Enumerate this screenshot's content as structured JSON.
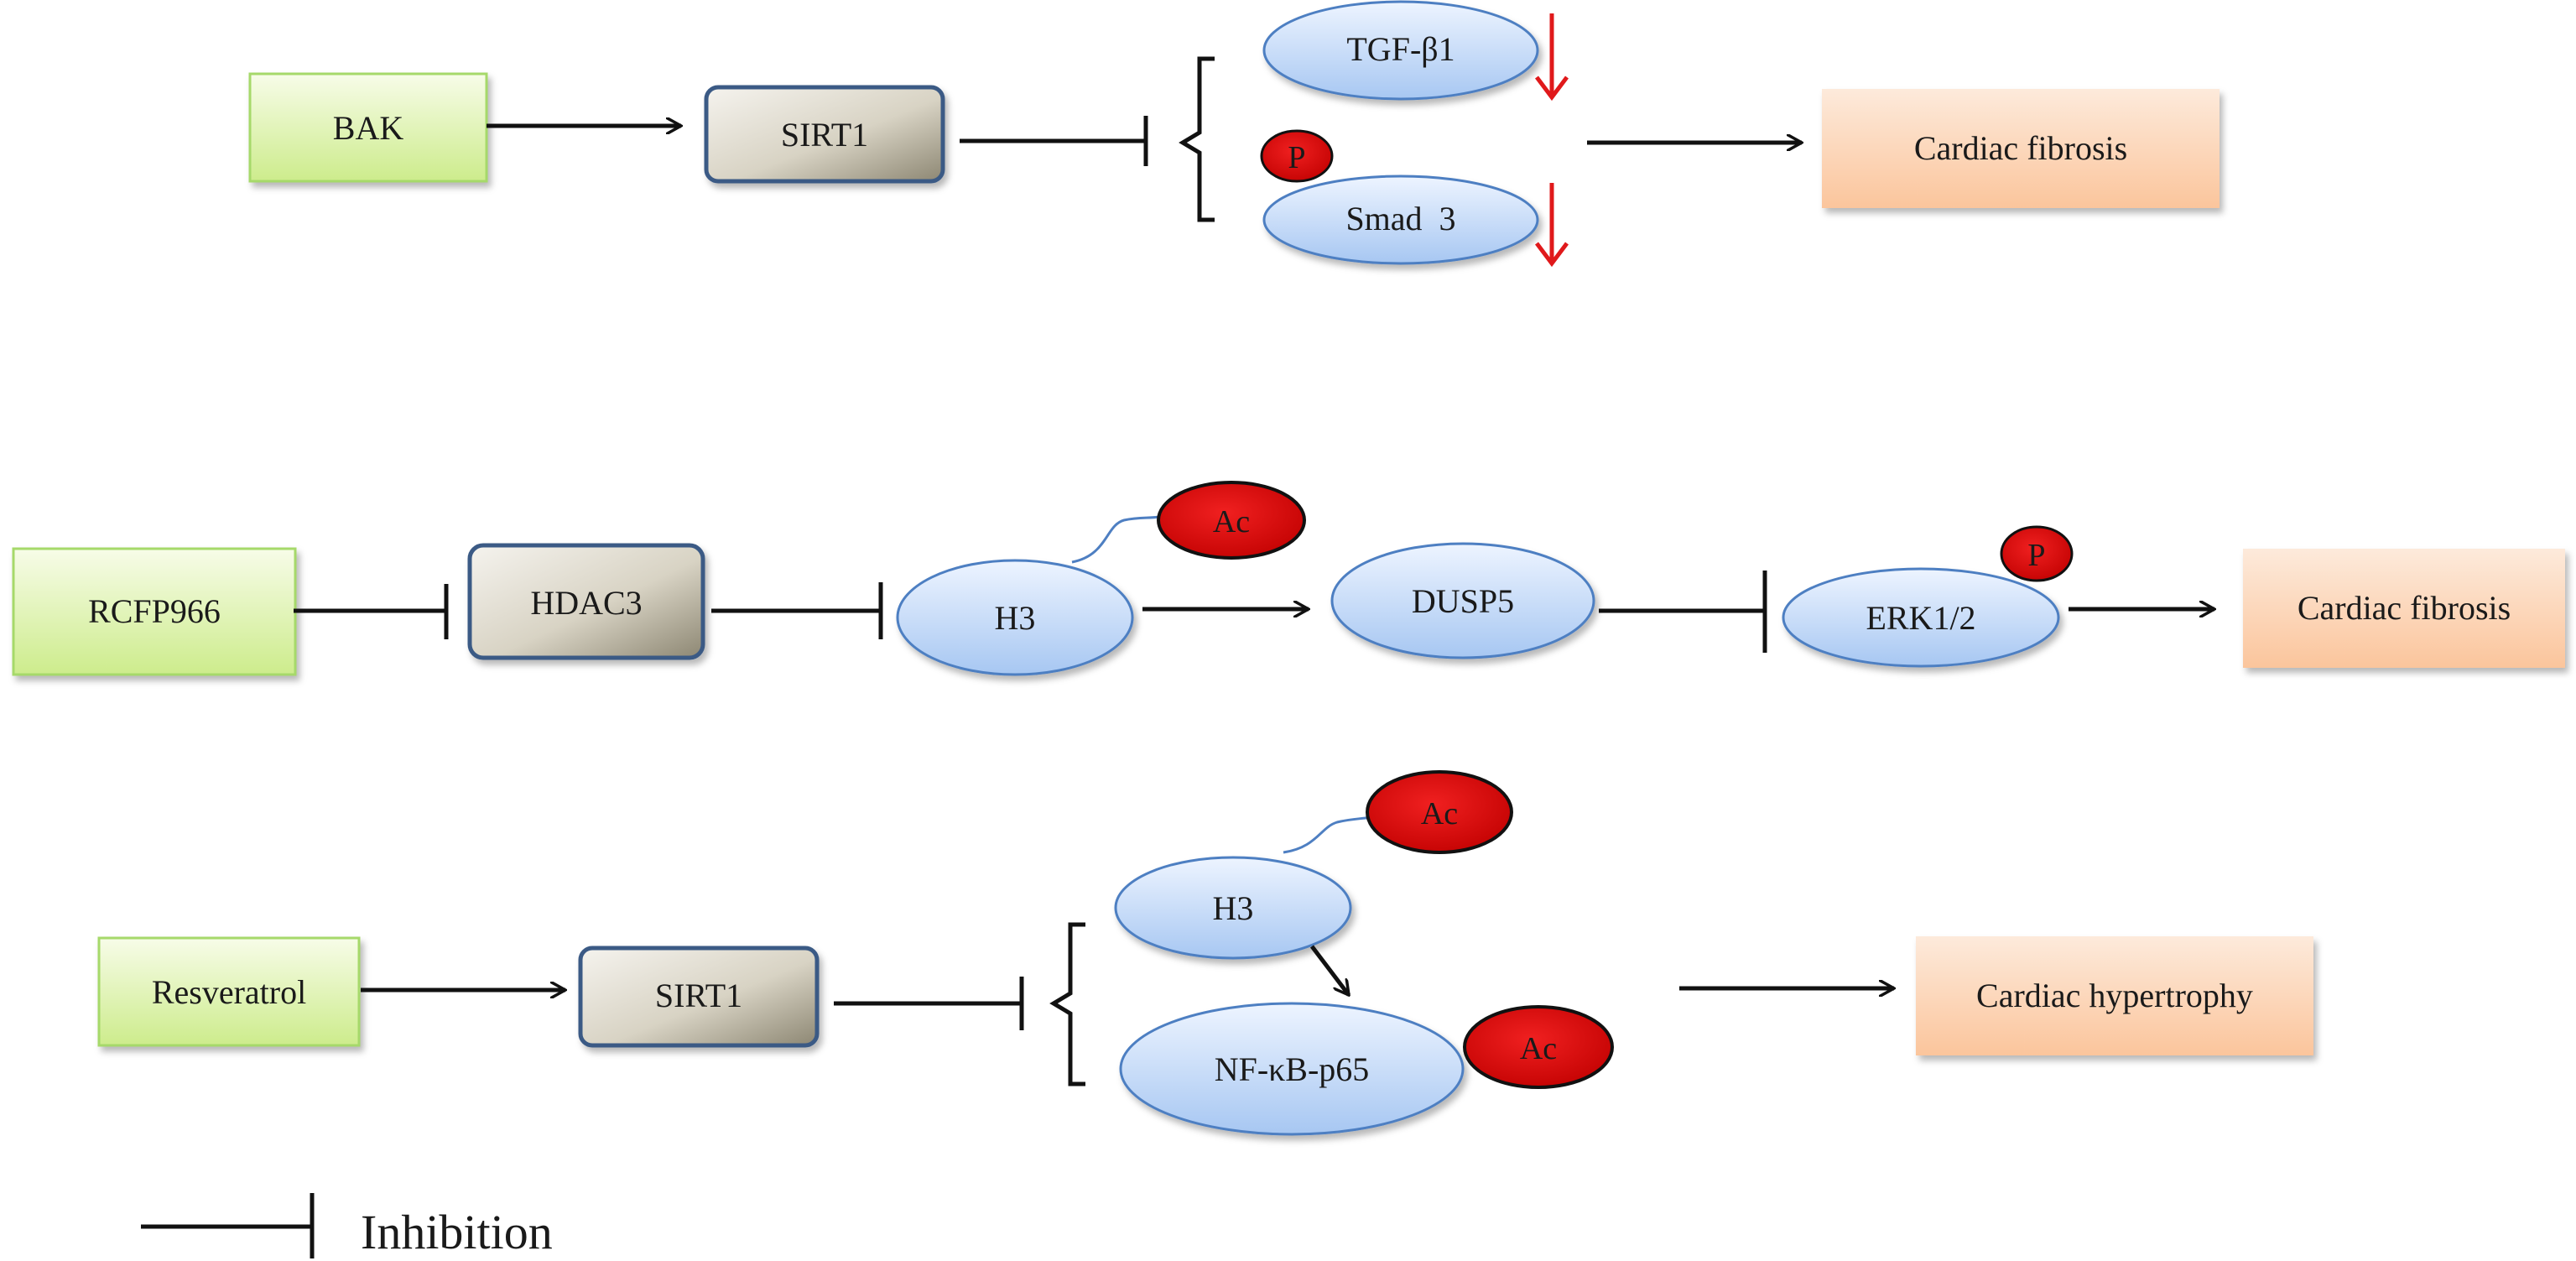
{
  "row1": {
    "bak": "BAK",
    "sirt1": "SIRT1",
    "tgf": "TGF-β1",
    "p": "P",
    "smad3": "Smad  3",
    "outcome": "Cardiac fibrosis"
  },
  "row2": {
    "rcfp": "RCFP966",
    "hdac3": "HDAC3",
    "h3": "H3",
    "ac": "Ac",
    "dusp5": "DUSP5",
    "erk": "ERK1/2",
    "p": "P",
    "outcome": "Cardiac fibrosis"
  },
  "row3": {
    "resveratrol": "Resveratrol",
    "sirt1": "SIRT1",
    "h3": "H3",
    "ac_h3": "Ac",
    "nfkb": "NF-κB-p65",
    "ac_nfkb": "Ac",
    "outcome": "Cardiac hypertrophy"
  },
  "legend": {
    "inhibition": "Inhibition"
  },
  "colors": {
    "green_top": "#f6fbe6",
    "green_bottom": "#cfee8e",
    "green_border": "#a6d96a",
    "gray_top": "#f4f2ec",
    "gray_bottom": "#a39e8a",
    "gray_border": "#3b5a85",
    "blue_top": "#eaf2fe",
    "blue_bottom": "#a8c8f2",
    "blue_border": "#4e7fc2",
    "orange_top": "#fde7d4",
    "orange_bottom": "#fbc8a0",
    "red": "#d40000",
    "red_arrow": "#e0191b"
  }
}
